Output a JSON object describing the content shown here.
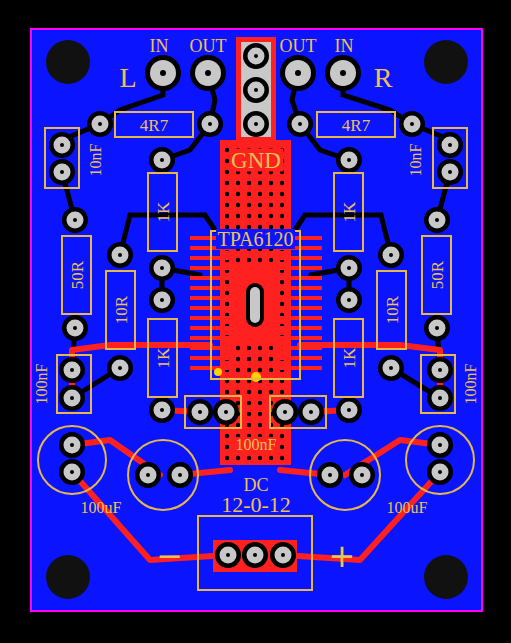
{
  "diagram": {
    "nodes": [
      {
        "text": [
          "4R7"
        ]
      },
      {
        "text": [
          "4R7"
        ]
      },
      {
        "text": [
          "1K"
        ]
      },
      {
        "text": [
          "1K"
        ]
      },
      {
        "text": [
          "TPA6120"
        ]
      },
      {
        "text": [
          "50R"
        ]
      },
      {
        "text": [
          "10R"
        ]
      },
      {
        "text": [
          "10R"
        ]
      },
      {
        "text": [
          "50R"
        ]
      },
      {
        "text": [
          "1K"
        ]
      },
      {
        "text": [
          "1K"
        ]
      }
    ],
    "labels": [
      "IN",
      "OUT",
      "OUT",
      "IN",
      "L",
      "R",
      "10nF",
      "10nF",
      "GND",
      "100nF",
      "100nF",
      "100nF",
      "100uF",
      "100uF",
      "DC",
      "12-0-12",
      "−",
      "+"
    ]
  }
}
